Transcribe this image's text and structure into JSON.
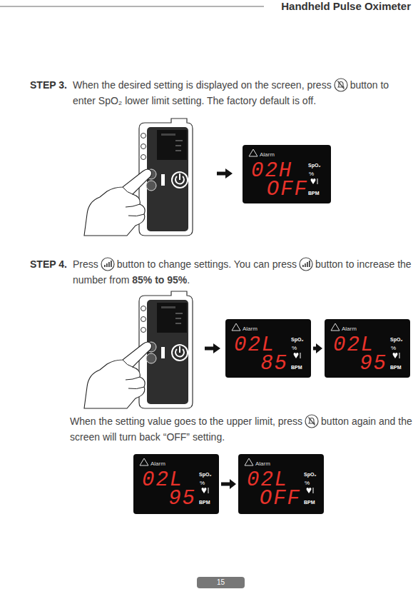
{
  "diagram": {
    "title": "Handheld Pulse Oximeter",
    "nodes": [
      {
        "text": [
          "Alarm",
          "02H",
          "OFF",
          "SpO₂",
          "%",
          "BPM"
        ]
      },
      {
        "text": [
          "Alarm",
          "02L",
          "85",
          "SpO₂",
          "%",
          "BPM"
        ]
      },
      {
        "text": [
          "Alarm",
          "02L",
          "95",
          "SpO₂",
          "%",
          "BPM"
        ]
      },
      {
        "text": [
          "Alarm",
          "02L",
          "95",
          "SpO₂",
          "%",
          "BPM"
        ]
      },
      {
        "text": [
          "Alarm",
          "02L",
          "OFF",
          "SpO₂",
          "%",
          "BPM"
        ]
      },
      {
        "text": [
          "15"
        ]
      }
    ],
    "edges": [
      {
        "from": 1,
        "to": 2,
        "arrow": "to"
      },
      {
        "from": 3,
        "to": 4,
        "arrow": "to"
      }
    ],
    "labels": [
      "STEP 3.",
      "When the desired setting is displayed on the screen, press",
      "button to enter SpO₂ lower limit setting. The factory default is off.",
      "STEP 4.",
      "Press",
      "button to change settings. You can press",
      "button to increase the number from",
      "85% to 95%",
      ".",
      "When the setting value goes to the upper limit, press",
      "button again and the screen will turn back “OFF” setting."
    ]
  }
}
